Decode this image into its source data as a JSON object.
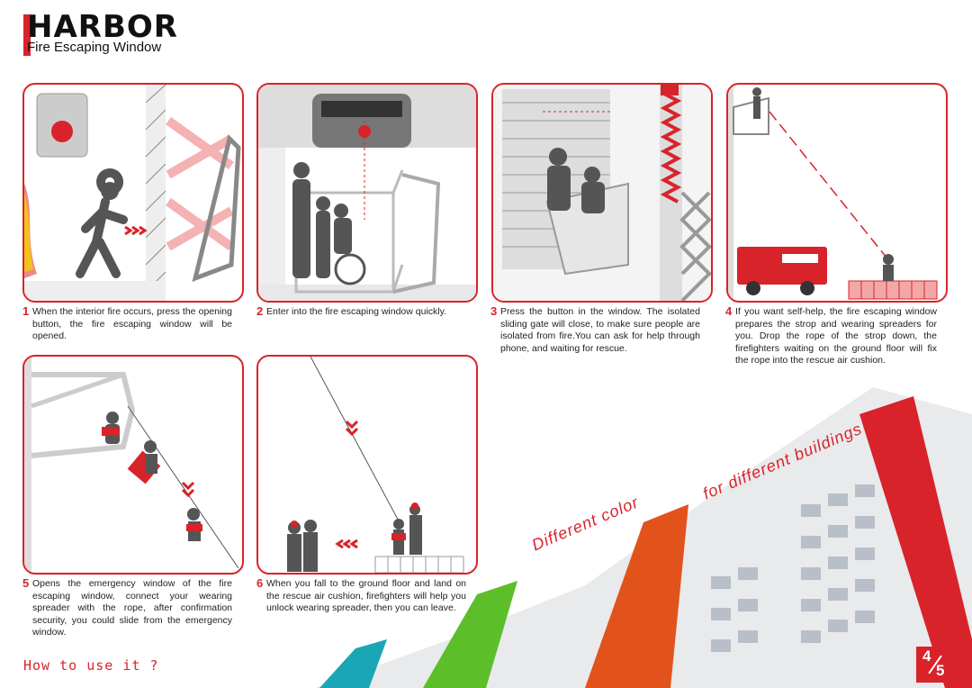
{
  "header": {
    "brand": "HARBOR",
    "subtitle": "Fire Escaping Window"
  },
  "steps": [
    {
      "num": "1",
      "text": "When the interior fire occurs, press the opening button, the fire escaping window will be opened."
    },
    {
      "num": "2",
      "text": "Enter into the fire escaping window quickly."
    },
    {
      "num": "3",
      "text": "Press the button in the window. The isolated sliding gate will close, to make sure people are isolated from fire.You can ask for help through phone, and waiting for rescue."
    },
    {
      "num": "4",
      "text": "If you want self-help, the fire escaping window prepares the strop and wearing spreaders for you. Drop the rope of the strop down, the firefighters waiting on the ground floor will fix the rope into the rescue  air cushion."
    },
    {
      "num": "5",
      "text": "Opens the emergency window of the fire escaping window, connect your wearing spreader with the rope, after confirmation security, you could slide from the emergency window."
    },
    {
      "num": "6",
      "text": "When you fall to the ground floor and land on  the rescue  air cushion, firefighters will help you unlock wearing spreader, then you can leave."
    }
  ],
  "slogan": {
    "line1": "Different color",
    "line2": "for different buildings"
  },
  "footer": {
    "question": "How to use it ?",
    "page_current": "4",
    "page_total": "5"
  },
  "colors": {
    "accent": "#d8232a",
    "orange": "#e2531b",
    "green": "#5cbf2a",
    "teal": "#1aa6b4"
  }
}
